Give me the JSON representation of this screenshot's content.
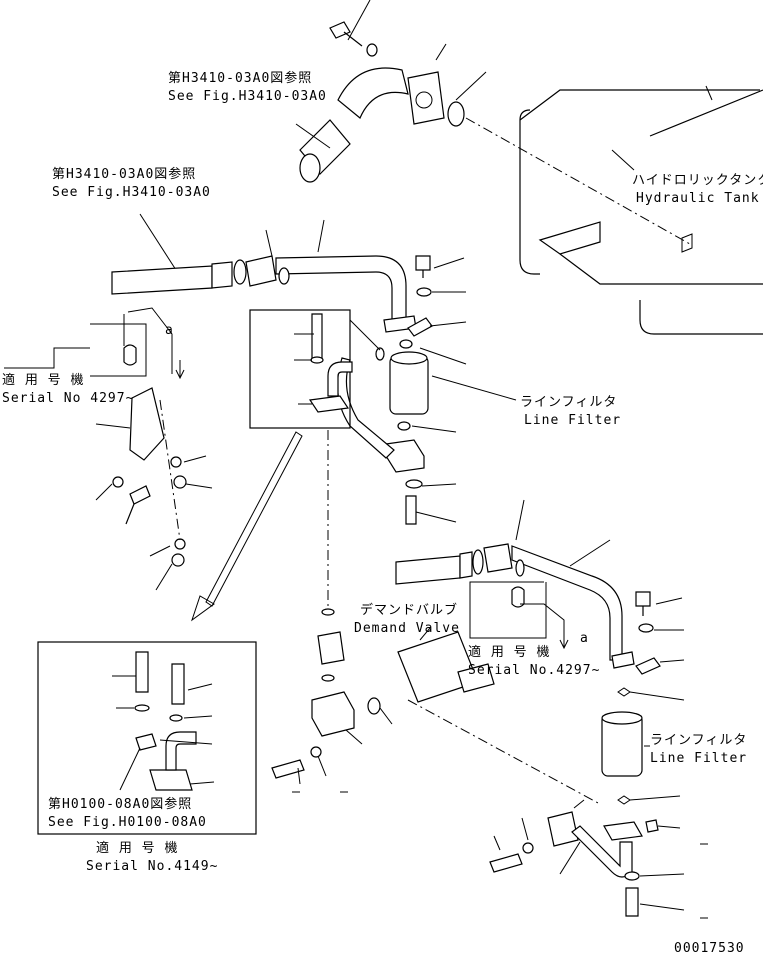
{
  "labels": {
    "ref_top_jp": "第H3410-03A0図参照",
    "ref_top_en": "See Fig.H3410-03A0",
    "ref_mid_jp": "第H3410-03A0図参照",
    "ref_mid_en": "See Fig.H3410-03A0",
    "tank_jp": "ハイドロリックタンク",
    "tank_en": "Hydraulic Tank",
    "serial_left_jp": "適 用 号 機",
    "serial_left_en": "Serial No 4297~",
    "line_filter_1_jp": "ラインフィルタ",
    "line_filter_1_en": "Line Filter",
    "demand_valve_jp": "デマンドバルブ",
    "demand_valve_en": "Demand Valve",
    "serial_right_jp": "適 用 号 機",
    "serial_right_en": "Serial No.4297~",
    "line_filter_2_jp": "ラインフィルタ",
    "line_filter_2_en": "Line Filter",
    "ref_box_jp": "第H0100-08A0図参照",
    "ref_box_en": "See Fig.H0100-08A0",
    "serial_box_jp": "適 用 号 機",
    "serial_box_en": "Serial No.4149~",
    "callout_a_left": "a",
    "callout_a_right": "a",
    "drawing_number": "00017530"
  }
}
